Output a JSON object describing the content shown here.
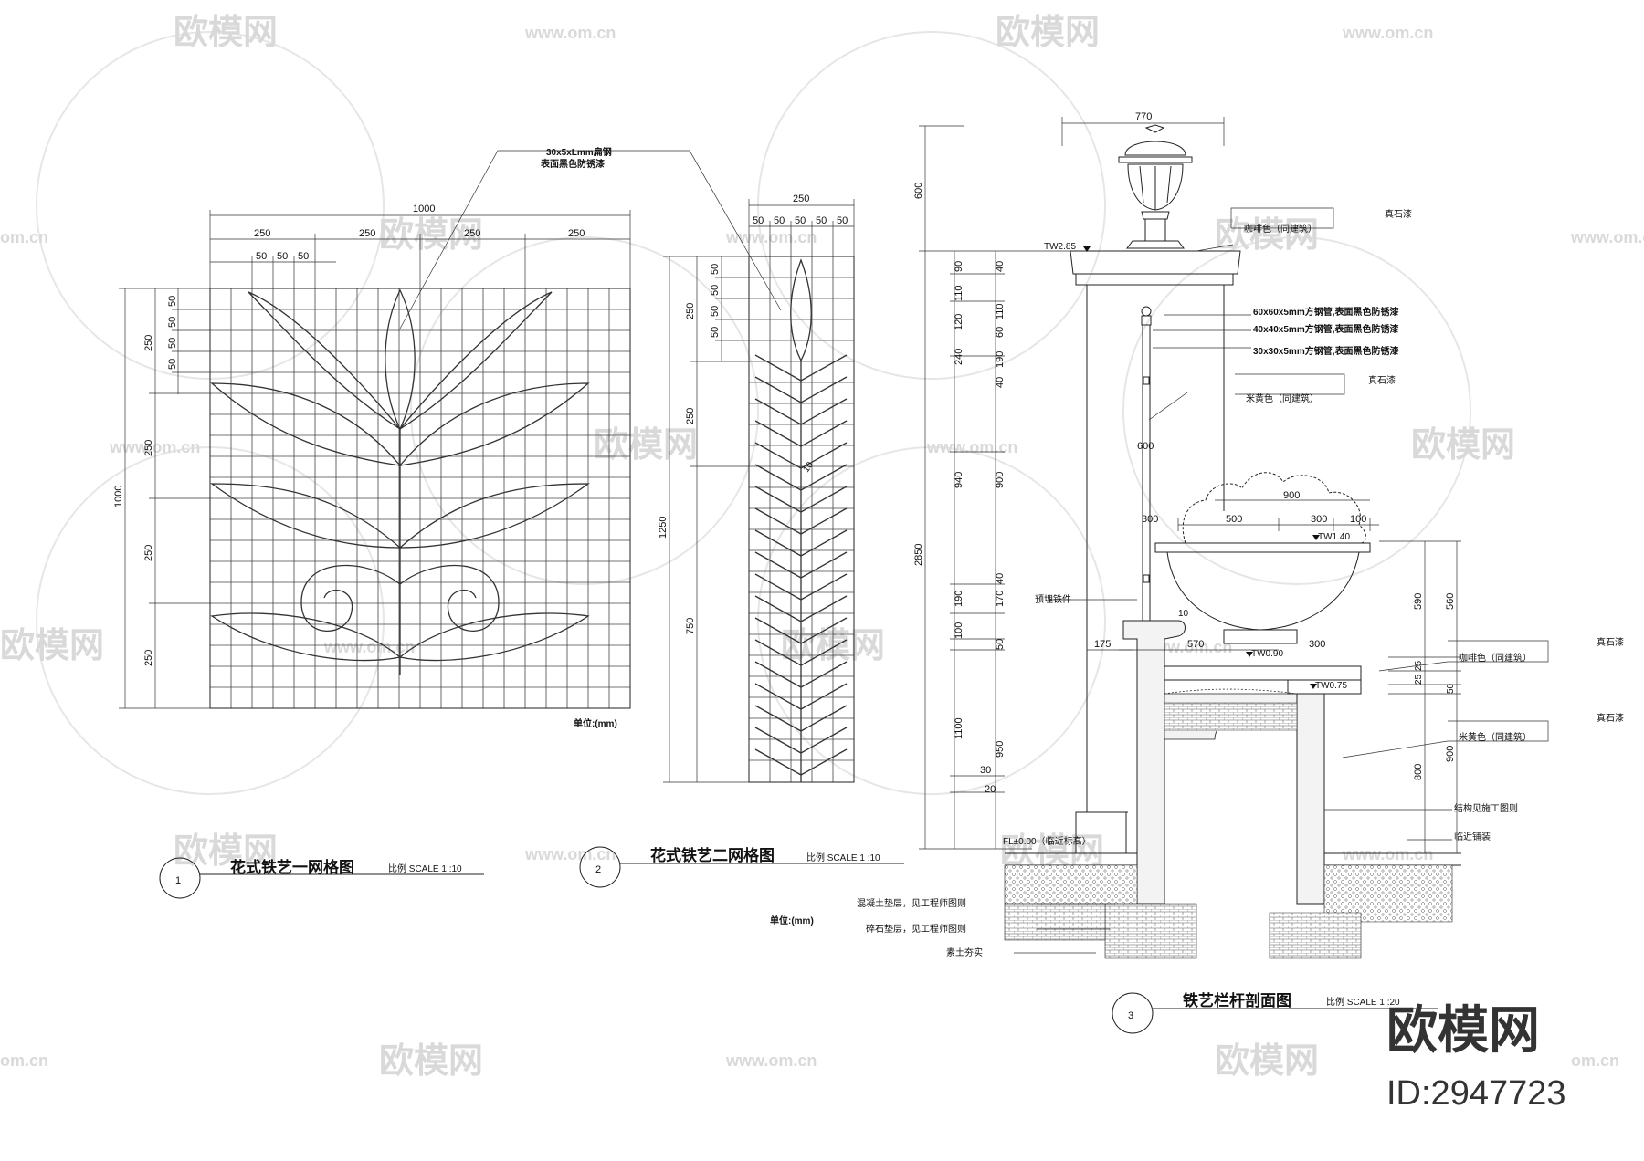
{
  "watermark": {
    "brand": "欧模网",
    "site": "www.om.cn",
    "site_short": "om.cn"
  },
  "brand_mark": {
    "name": "欧模网",
    "id": "ID:2947723"
  },
  "drawing1": {
    "number": "1",
    "title": "花式铁艺一网格图",
    "scale": "比例 SCALE 1 :10",
    "unit": "单位:(mm)",
    "dim_total": "1000",
    "dim_top": [
      "250",
      "250",
      "250",
      "250"
    ],
    "dim_sub": [
      "50",
      "50",
      "50"
    ],
    "dim_left_total": "1000",
    "dim_left": [
      "250",
      "250",
      "250",
      "250"
    ],
    "dim_left_sub": [
      "50",
      "50",
      "50",
      "50"
    ]
  },
  "drawing2": {
    "number": "2",
    "title": "花式铁艺二网格图",
    "scale": "比例 SCALE 1 :10",
    "unit": "单位:(mm)",
    "dim_total": "250",
    "dim_top": [
      "50",
      "50",
      "50",
      "50",
      "50"
    ],
    "dim_left_total": "1250",
    "dim_left": [
      "250",
      "250",
      "750"
    ],
    "dim_left_sub": [
      "50",
      "50",
      "50",
      "50"
    ],
    "note": "10"
  },
  "callout": {
    "line1": "30x5xLmm扁钢",
    "line2": "表面黑色防锈漆"
  },
  "drawing3": {
    "number": "3",
    "title": "铁艺栏杆剖面图",
    "scale": "比例 SCALE 1 :20",
    "dims_top": [
      "770"
    ],
    "dims_left_outer": [
      "600",
      "2850"
    ],
    "dims_left_mid": [
      "90",
      "110",
      "120",
      "240",
      "940",
      "190",
      "100",
      "1100"
    ],
    "dims_left_inner": [
      "40",
      "110",
      "60",
      "190",
      "40",
      "900",
      "40",
      "170",
      "50",
      "950",
      "30",
      "20"
    ],
    "dims_planter": [
      "600",
      "900",
      "300",
      "500",
      "300",
      "100",
      "570",
      "300",
      "175",
      "10"
    ],
    "dims_right": [
      "590",
      "560",
      "25",
      "25",
      "50",
      "800",
      "900"
    ],
    "levels": [
      "TW2.85",
      "TW1.40",
      "TW0.90",
      "TW0.75",
      "FL±0.00（临近标高）"
    ],
    "labels": {
      "real_stone_1": "真石漆",
      "coffee_1": "咖啡色（同建筑）",
      "tube60": "60x60x5mm方钢管,表面黑色防锈漆",
      "tube40": "40x40x5mm方钢管,表面黑色防锈漆",
      "tube30": "30x30x5mm方钢管,表面黑色防锈漆",
      "real_stone_2": "真石漆",
      "beige_1": "米黄色（同建筑）",
      "embed": "预埋铁件",
      "real_stone_3": "真石漆",
      "coffee_2": "咖啡色（同建筑）",
      "real_stone_4": "真石漆",
      "beige_2": "米黄色（同建筑）",
      "structure": "结构见施工图则",
      "paving": "临近铺装",
      "concrete": "混凝土垫层，见工程师图则",
      "gravel": "碎石垫层，见工程师图则",
      "soil": "素土夯实"
    }
  }
}
